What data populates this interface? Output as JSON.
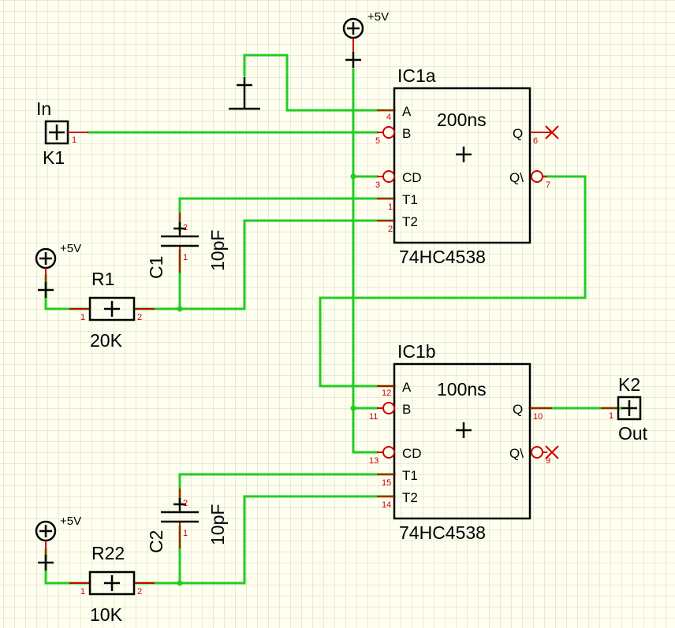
{
  "ic1a": {
    "ref": "IC1a",
    "part": "74HC4538",
    "timing": "200ns",
    "pins": {
      "A": {
        "label": "A",
        "num": "4"
      },
      "B": {
        "label": "B",
        "num": "5"
      },
      "CD": {
        "label": "CD",
        "num": "3"
      },
      "T1": {
        "label": "T1",
        "num": "1"
      },
      "T2": {
        "label": "T2",
        "num": "2"
      },
      "Q": {
        "label": "Q",
        "num": "6"
      },
      "Qn": {
        "label": "Q\\",
        "num": "7"
      }
    }
  },
  "ic1b": {
    "ref": "IC1b",
    "part": "74HC4538",
    "timing": "100ns",
    "pins": {
      "A": {
        "label": "A",
        "num": "12"
      },
      "B": {
        "label": "B",
        "num": "11"
      },
      "CD": {
        "label": "CD",
        "num": "13"
      },
      "T1": {
        "label": "T1",
        "num": "15"
      },
      "T2": {
        "label": "T2",
        "num": "14"
      },
      "Q": {
        "label": "Q",
        "num": "10"
      },
      "Qn": {
        "label": "Q\\",
        "num": "9"
      }
    }
  },
  "r1": {
    "ref": "R1",
    "value": "20K",
    "pin1": "1",
    "pin2": "2"
  },
  "r22": {
    "ref": "R22",
    "value": "10K",
    "pin1": "1",
    "pin2": "2"
  },
  "c1": {
    "ref": "C1",
    "value": "10pF",
    "pin1": "1",
    "pin2": "2"
  },
  "c2": {
    "ref": "C2",
    "value": "10pF",
    "pin1": "1",
    "pin2": "2"
  },
  "k1": {
    "ref": "K1",
    "label": "In",
    "pin": "1"
  },
  "k2": {
    "ref": "K2",
    "label": "Out",
    "pin": "1"
  },
  "supply": {
    "label": "+5V"
  },
  "colors": {
    "wire": "#22cc22",
    "pin": "#cc0000",
    "grid": "#d6d6c2",
    "background": "#fffff0"
  }
}
